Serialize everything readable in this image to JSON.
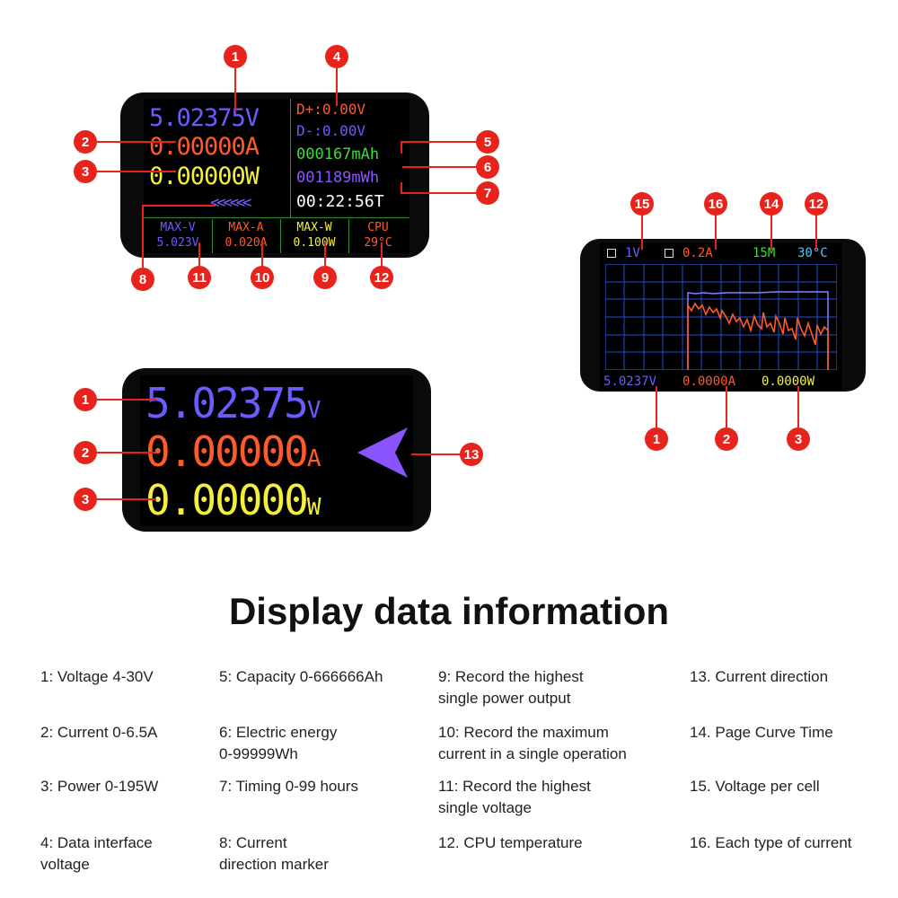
{
  "screen1": {
    "voltage": "5.02375V",
    "current": "0.00000A",
    "power": "0.00000W",
    "dplus": "D+:0.00V",
    "dminus": "D-:0.00V",
    "capacity": "000167mAh",
    "energy": "001189mWh",
    "timer": "00:22:56T",
    "arrows": "<<<<<<",
    "max_v_label": "MAX-V",
    "max_v_value": "5.023V",
    "max_a_label": "MAX-A",
    "max_a_value": "0.020A",
    "max_w_label": "MAX-W",
    "max_w_value": "0.100W",
    "cpu_label": "CPU",
    "cpu_value": "29°C"
  },
  "screen2": {
    "voltage_digits": "5.02375",
    "voltage_unit": "V",
    "current_digits": "0.00000",
    "current_unit": "A",
    "power_digits": "0.00000",
    "power_unit": "W"
  },
  "screen3": {
    "volt_scale": "1V",
    "amp_scale": "0.2A",
    "time_scale": "15M",
    "temp": "30°C",
    "voltage": "5.0237V",
    "current": "0.0000A",
    "power": "0.0000W"
  },
  "badges": {
    "b1": "1",
    "b2": "2",
    "b3": "3",
    "b4": "4",
    "b5": "5",
    "b6": "6",
    "b7": "7",
    "b8": "8",
    "b9": "9",
    "b10": "10",
    "b11": "11",
    "b12": "12",
    "b13": "13",
    "b14": "14",
    "b15": "15",
    "b16": "16"
  },
  "title": "Display data information",
  "info": {
    "i1": "1: Voltage 4-30V",
    "i2": "2: Current 0-6.5A",
    "i3": "3: Power 0-195W",
    "i4a": "4: Data interface",
    "i4b": "voltage",
    "i5": "5: Capacity 0-666666Ah",
    "i6a": "6: Electric energy",
    "i6b": "0-99999Wh",
    "i7": "7: Timing 0-99 hours",
    "i8a": "8: Current",
    "i8b": "direction marker",
    "i9a": "9: Record the highest",
    "i9b": "single power output",
    "i10a": "10: Record the maximum",
    "i10b": "current in a single operation",
    "i11a": "11: Record the highest",
    "i11b": "single voltage",
    "i12": "12. CPU temperature",
    "i13": "13. Current direction",
    "i14": "14. Page Curve Time",
    "i15": "15. Voltage per cell",
    "i16": "16. Each type of current"
  },
  "colors": {
    "badge": "#e8231c",
    "voltage": "#6a5cff",
    "current": "#ff5a2a",
    "power": "#f4f03a",
    "capacity": "#3ddc3d",
    "energy": "#8a55ff",
    "grid": "#1d4fd8"
  }
}
